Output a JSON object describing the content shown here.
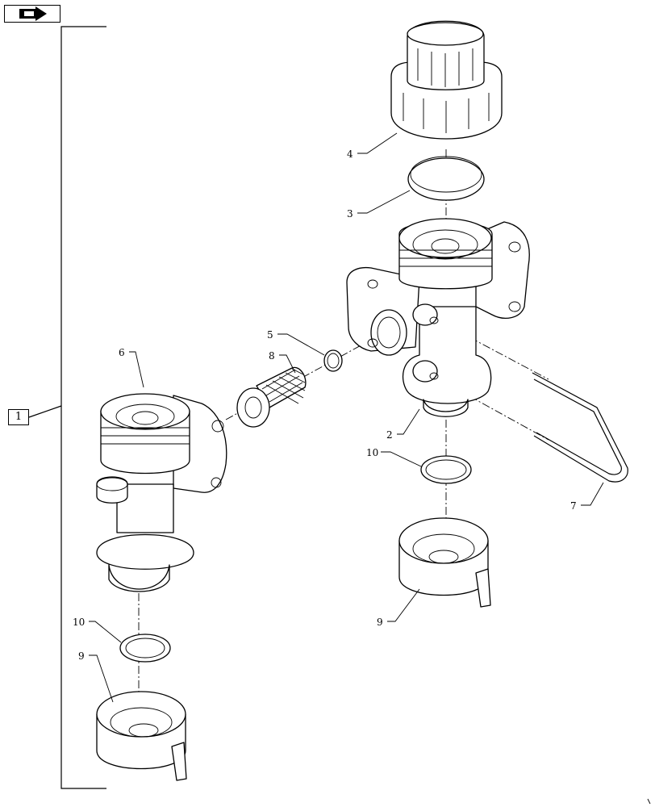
{
  "navigation": {
    "icon": "arrow-right-icon"
  },
  "assembly_label": "1",
  "callouts": {
    "c4": "4",
    "c3": "3",
    "c5": "5",
    "c8": "8",
    "c6": "6",
    "c2": "2",
    "c10a": "10",
    "c7": "7",
    "c9a": "9",
    "c10b": "10",
    "c9b": "9"
  },
  "colors": {
    "line": "#000000",
    "background": "#ffffff"
  }
}
